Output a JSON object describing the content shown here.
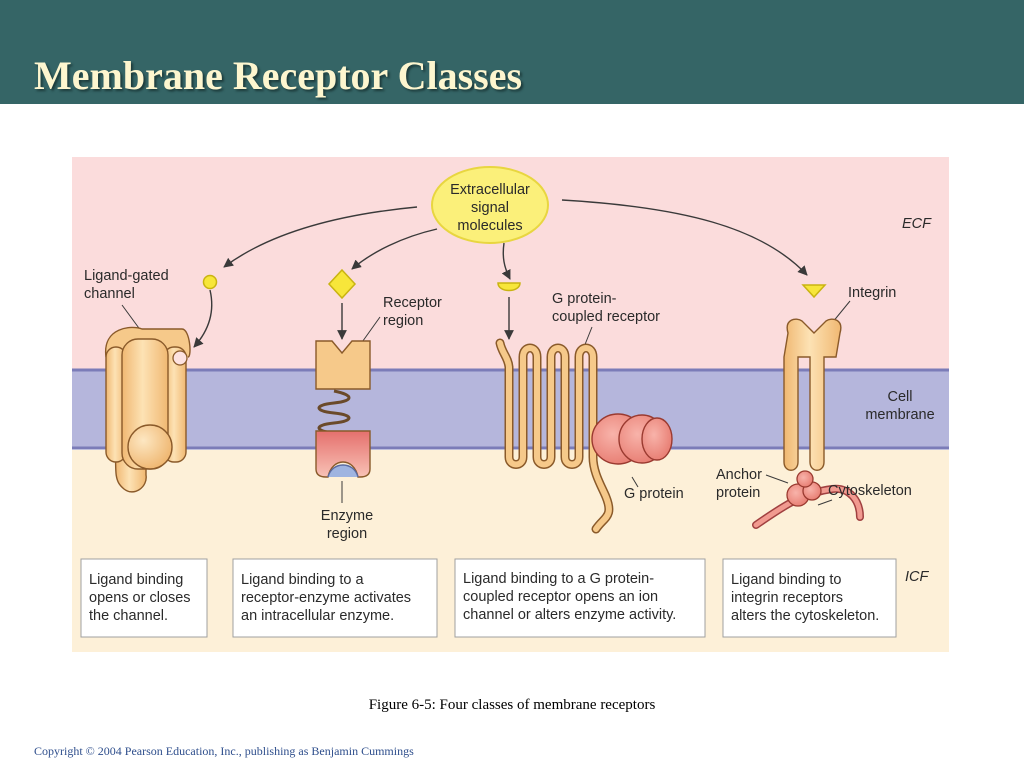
{
  "slide": {
    "title": "Membrane Receptor Classes",
    "caption": "Figure 6-5: Four classes of membrane receptors",
    "copyright": "Copyright © 2004 Pearson Education, Inc., publishing as Benjamin Cummings"
  },
  "diagram": {
    "signal_label": [
      "Extracellular",
      "signal",
      "molecules"
    ],
    "ecf_label": "ECF",
    "icf_label": "ICF",
    "membrane_label": [
      "Cell",
      "membrane"
    ],
    "labels": {
      "ligand_gated": [
        "Ligand-gated",
        "channel"
      ],
      "receptor_region": [
        "Receptor",
        "region"
      ],
      "enzyme_region": [
        "Enzyme",
        "region"
      ],
      "gpcr": [
        "G protein-",
        "coupled receptor"
      ],
      "g_protein": "G protein",
      "integrin": "Integrin",
      "anchor_protein": [
        "Anchor",
        "protein"
      ],
      "cytoskeleton": "Cytoskeleton"
    },
    "descriptions": [
      [
        "Ligand binding",
        "opens or closes",
        "the channel."
      ],
      [
        "Ligand binding to a",
        "receptor-enzyme activates",
        "an intracellular enzyme."
      ],
      [
        "Ligand binding to a G protein-",
        "coupled receptor opens an ion",
        "channel or alters enzyme activity."
      ],
      [
        "Ligand binding to",
        "integrin receptors",
        "alters the cytoskeleton."
      ]
    ],
    "colors": {
      "ecf": "#fbdcdc",
      "membrane": "#b5b6dc",
      "icf": "#fdf0d8",
      "receptor": "#f6c98a",
      "signal_molecule": "#f7e63a",
      "g_protein": "#ef8a80",
      "enzyme": "#e8837f"
    }
  }
}
